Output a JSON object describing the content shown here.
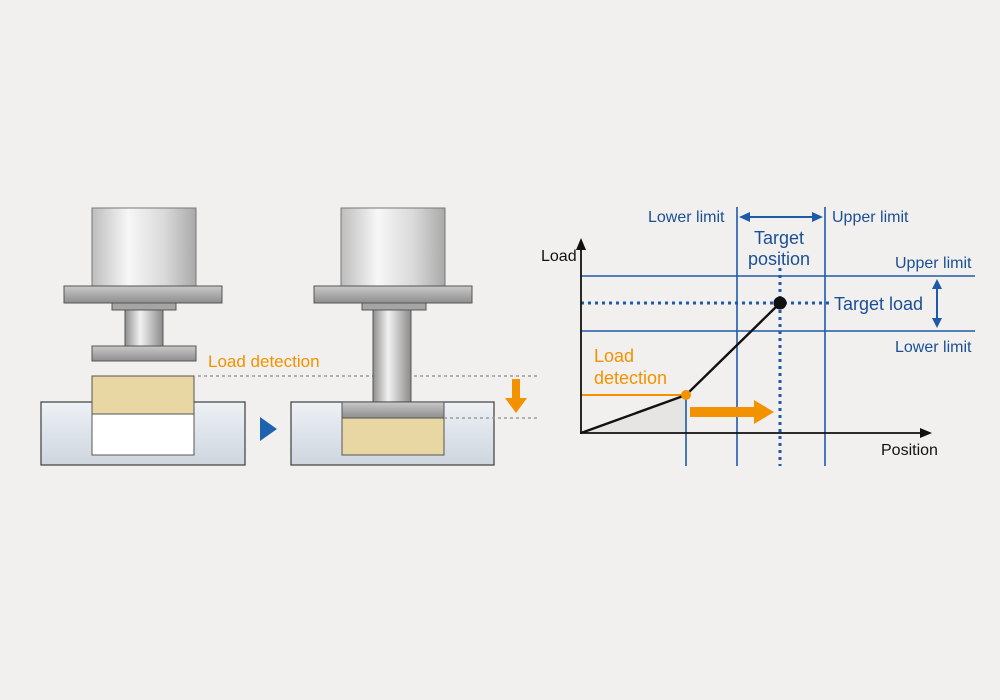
{
  "press_diagram": {
    "load_detection_label": "Load detection",
    "colors": {
      "accent_orange": "#f39200",
      "arrow_blue": "#1e63b0",
      "workpiece_tan": "#e8d6a3",
      "steel_light": "#e3e3e3",
      "steel_dark": "#7a7a7a"
    }
  },
  "graph": {
    "y_axis_label": "Load",
    "x_axis_label": "Position",
    "position_lower_limit": "Lower limit",
    "position_upper_limit": "Upper limit",
    "target_position_line1": "Target",
    "target_position_line2": "position",
    "load_upper_limit": "Upper limit",
    "load_lower_limit": "Lower limit",
    "target_load": "Target load",
    "load_detection_line1": "Load",
    "load_detection_line2": "detection",
    "colors": {
      "grid_blue": "#1e5aa8",
      "text_blue": "#1a4f96",
      "accent_orange": "#f39200",
      "curve": "#111111"
    }
  }
}
